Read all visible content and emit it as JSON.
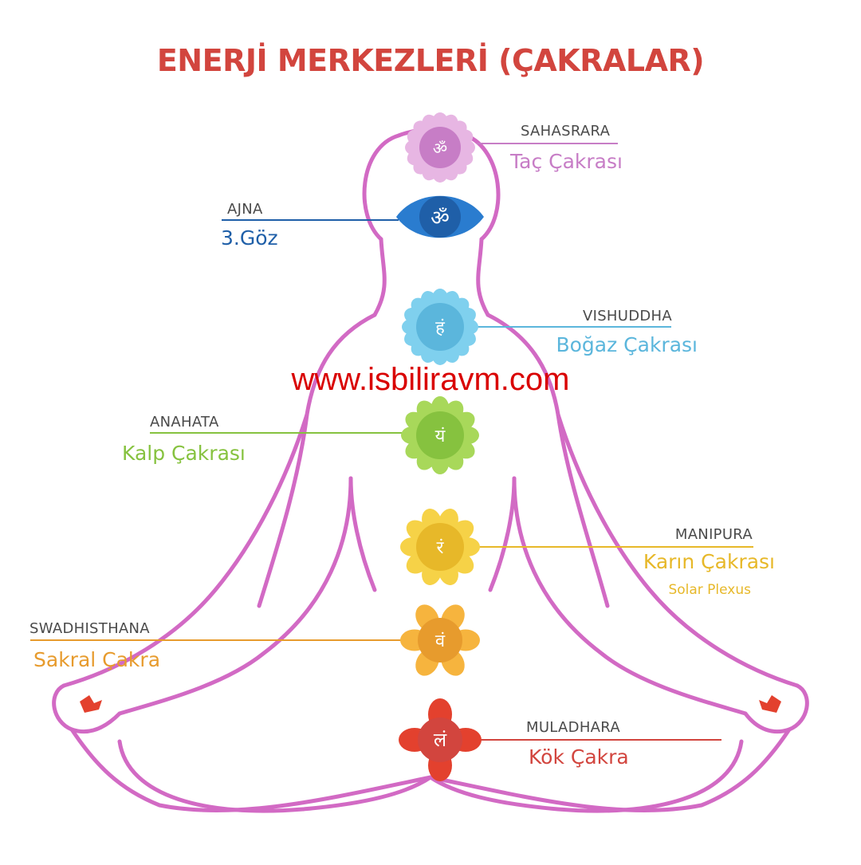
{
  "title": "ENERJİ MERKEZLERİ (ÇAKRALAR)",
  "watermark": "www.isbiliravm.com",
  "chakras": [
    {
      "sanskrit": "SAHASRARA",
      "name": "Taç Çakrası",
      "symbol": "ॐ",
      "color": "#c77dc6",
      "ring": "#e7b6e3"
    },
    {
      "sanskrit": "AJNA",
      "name": "3.Göz",
      "symbol": "ॐ",
      "color": "#1f5fa8",
      "ring": "#2a7ccf"
    },
    {
      "sanskrit": "VISHUDDHA",
      "name": "Boğaz Çakrası",
      "symbol": "हं",
      "color": "#5bb6dc",
      "ring": "#7fd0ee"
    },
    {
      "sanskrit": "ANAHATA",
      "name": "Kalp Çakrası",
      "symbol": "यं",
      "color": "#86c23f",
      "ring": "#a8d85a"
    },
    {
      "sanskrit": "MANIPURA",
      "name": "Karın Çakrası",
      "sub": "Solar Plexus",
      "symbol": "रं",
      "color": "#e7b829",
      "ring": "#f6d247"
    },
    {
      "sanskrit": "SWADHISTHANA",
      "name": "Sakral Çakra",
      "symbol": "वं",
      "color": "#e79b2d",
      "ring": "#f6b43e"
    },
    {
      "sanskrit": "MULADHARA",
      "name": "Kök Çakra",
      "symbol": "लं",
      "color": "#d2453e",
      "ring": "#e3412e"
    }
  ]
}
